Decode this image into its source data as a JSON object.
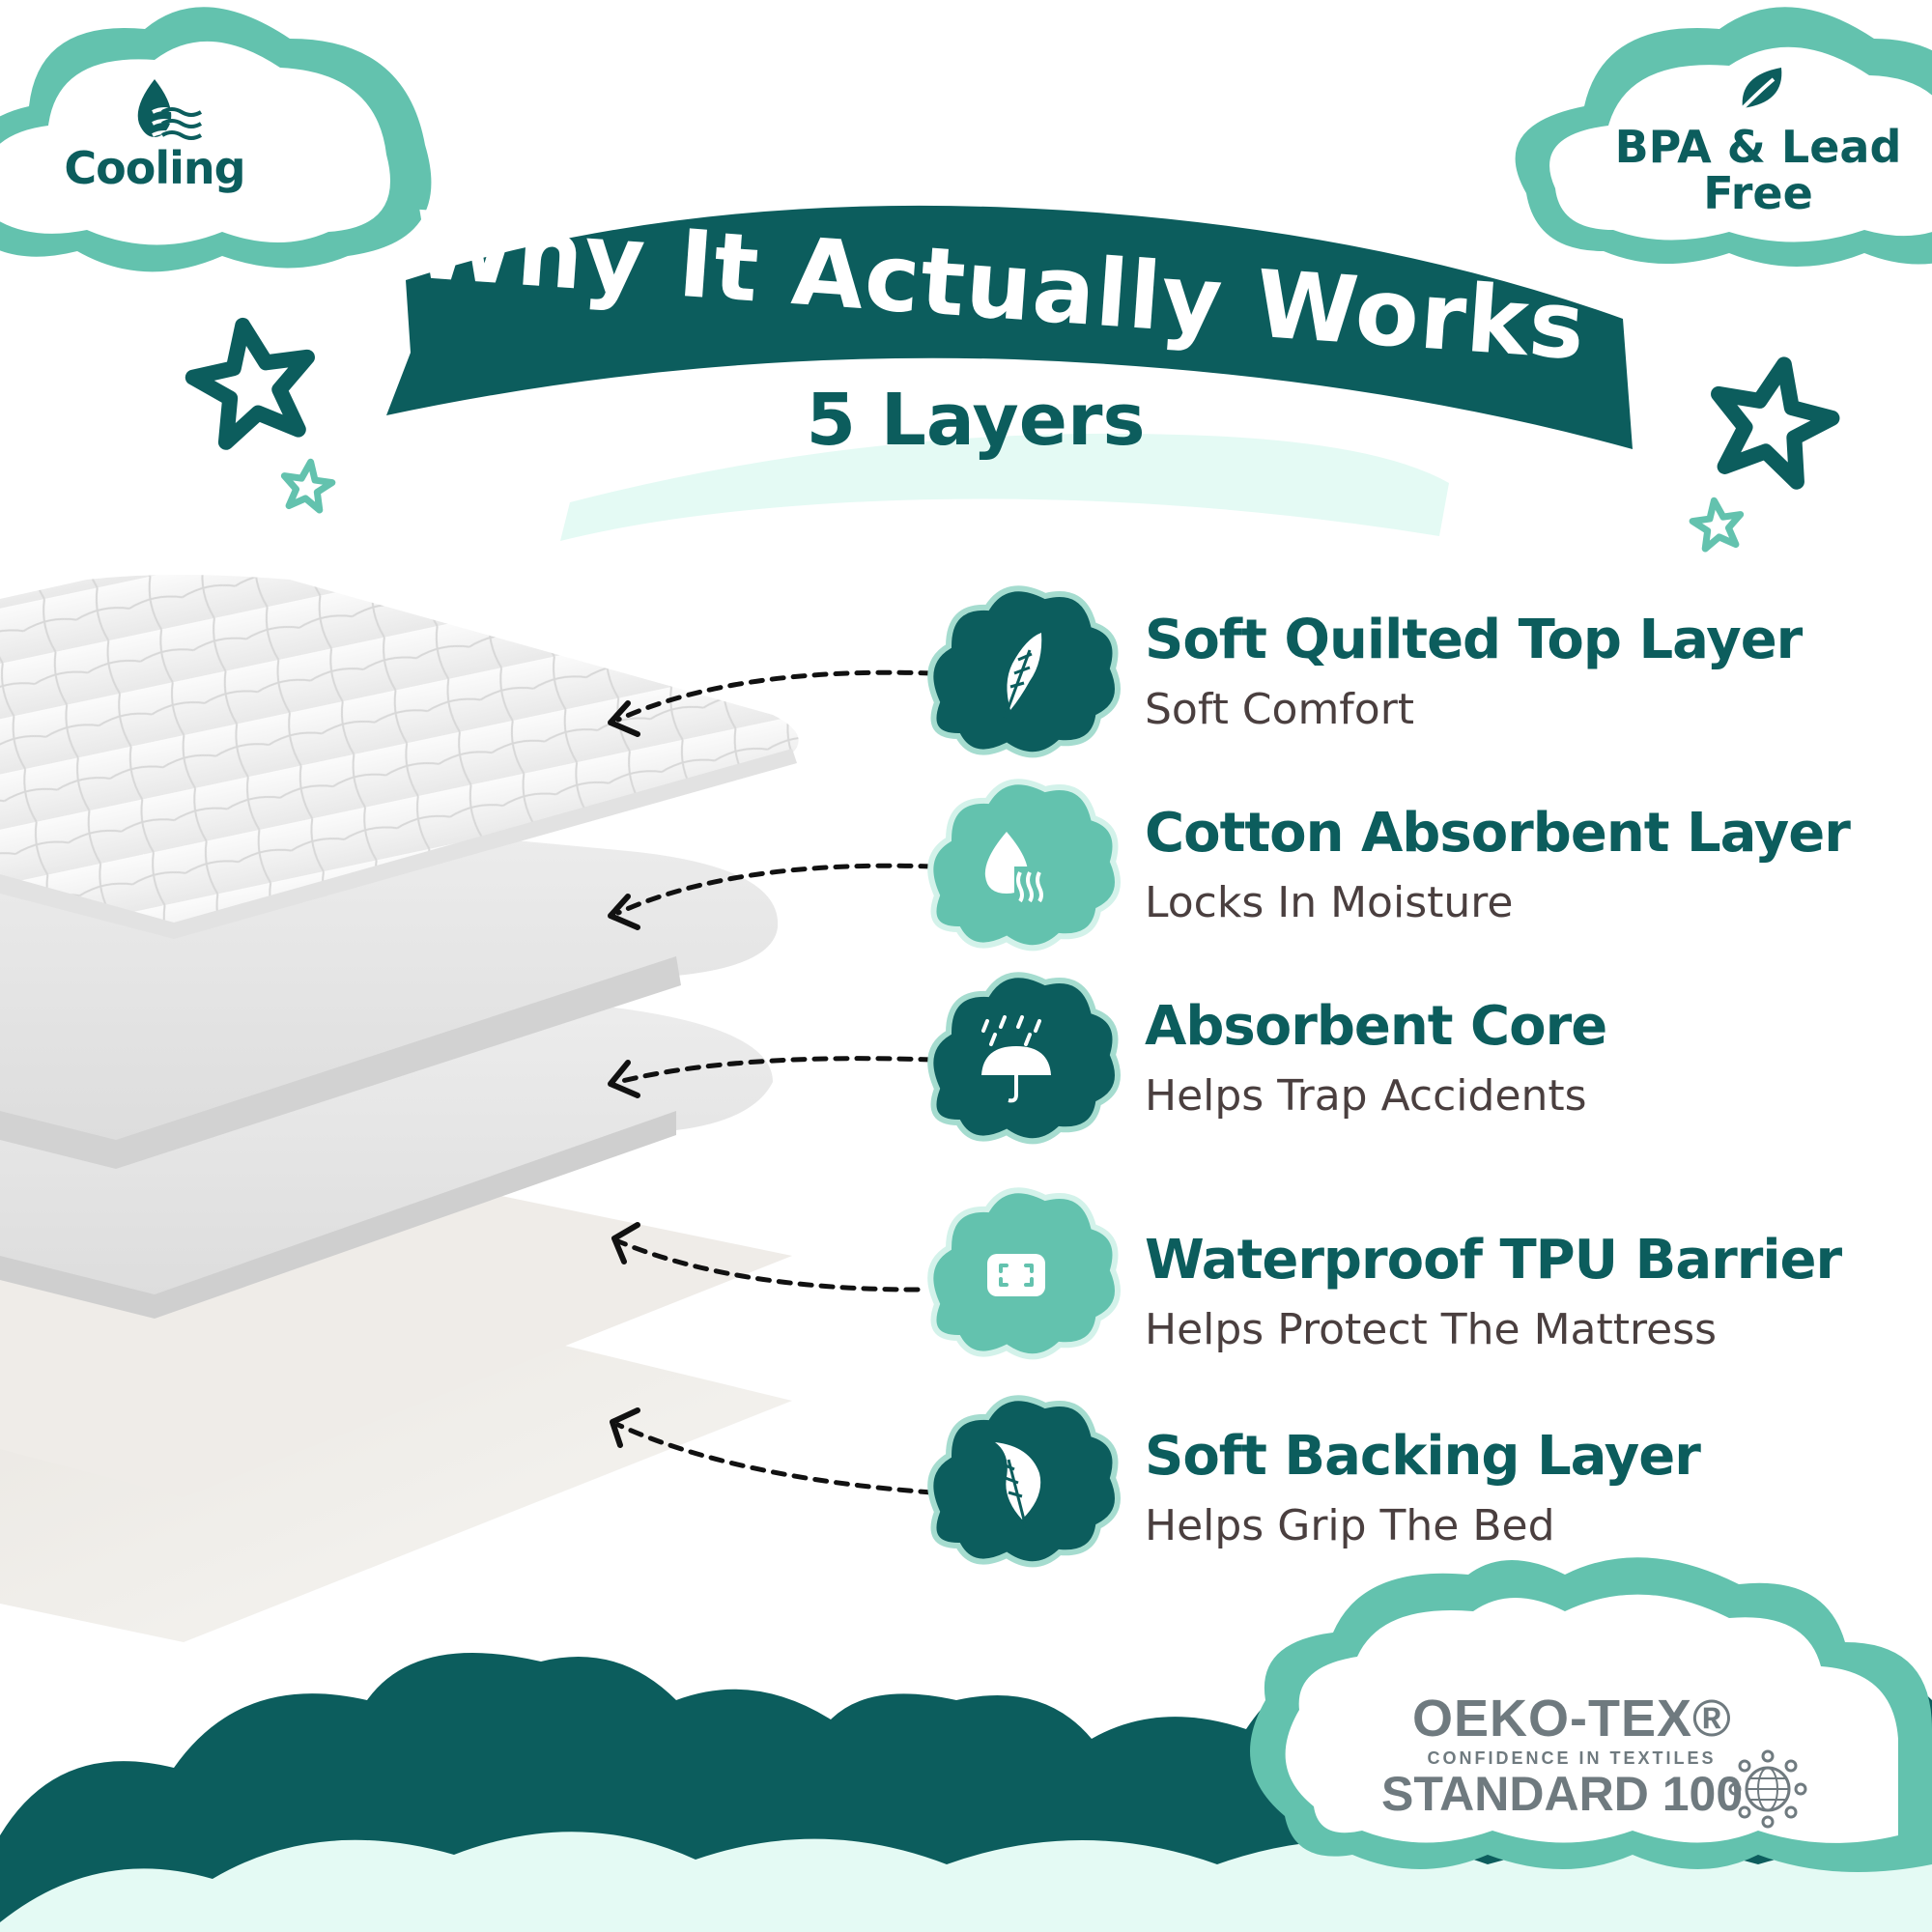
{
  "badges": {
    "cooling": {
      "label": "Cooling",
      "icon": "water-drop-waves-icon"
    },
    "bpa": {
      "line1": "BPA & Lead",
      "line2": "Free",
      "icon": "leaf-icon"
    }
  },
  "banner": {
    "title": "Why It Actually Works",
    "subtitle": "5 Layers"
  },
  "layers": [
    {
      "title": "Soft Quilted Top Layer",
      "subtitle": "Soft Comfort",
      "icon": "feather-icon",
      "icon_style": "dark"
    },
    {
      "title": "Cotton Absorbent Layer",
      "subtitle": "Locks In Moisture",
      "icon": "water-drop-absorb-icon",
      "icon_style": "light"
    },
    {
      "title": "Absorbent Core",
      "subtitle": "Helps Trap Accidents",
      "icon": "umbrella-rain-icon",
      "icon_style": "dark"
    },
    {
      "title": "Waterproof TPU Barrier",
      "subtitle": "Helps Protect The Mattress",
      "icon": "barrier-frame-icon",
      "icon_style": "light"
    },
    {
      "title": "Soft Backing Layer",
      "subtitle": "Helps Grip The Bed",
      "icon": "feather-icon",
      "icon_style": "dark"
    }
  ],
  "certification": {
    "name": "OEKO-TEX®",
    "tagline": "CONFIDENCE IN TEXTILES",
    "standard": "STANDARD 100",
    "icon": "oeko-tex-globe-icon"
  },
  "colors": {
    "dark_teal": "#0c5d5d",
    "mint": "#63c2ae",
    "pale_mint": "#e6fbf5",
    "text_brown": "#4a3f3f",
    "oeko_gray": "#6f7a7f"
  }
}
